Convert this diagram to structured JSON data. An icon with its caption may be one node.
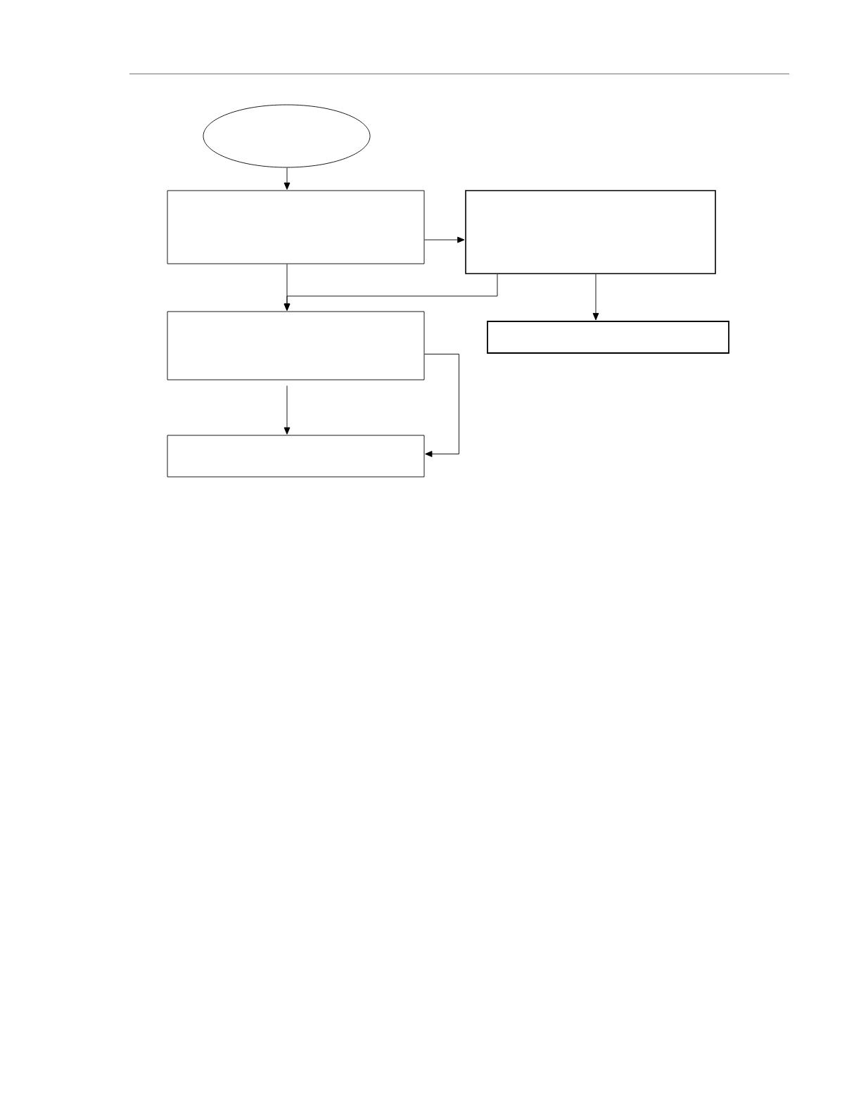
{
  "diagram": {
    "nodes": [
      {
        "text": [],
        "shape": "ellipse"
      },
      {
        "text": [],
        "shape": "box"
      },
      {
        "text": [],
        "shape": "box"
      },
      {
        "text": [],
        "shape": "box"
      },
      {
        "text": [],
        "shape": "box"
      },
      {
        "text": [],
        "shape": "box"
      }
    ],
    "edges": [
      {
        "from": 0,
        "to": 1,
        "arrow": "to"
      },
      {
        "from": 1,
        "to": 2,
        "arrow": "to"
      },
      {
        "from": 1,
        "to": 3,
        "arrow": "to"
      },
      {
        "from": 2,
        "to": 3,
        "arrow": "to"
      },
      {
        "from": 2,
        "to": 4,
        "arrow": "to"
      },
      {
        "from": 3,
        "to": 5,
        "arrow": "to"
      },
      {
        "from": 3,
        "to": 5,
        "arrow": "to"
      }
    ]
  }
}
